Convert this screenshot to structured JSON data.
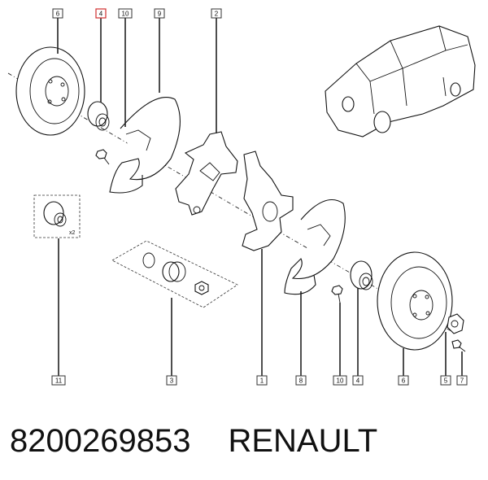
{
  "callouts": {
    "top_6": "6",
    "top_4": "4",
    "top_10": "10",
    "top_9": "9",
    "top_2": "2",
    "bottom_11": "11",
    "bottom_3": "3",
    "bottom_1": "1",
    "bottom_8": "8",
    "bottom_10": "10",
    "bottom_4": "4",
    "bottom_6": "6",
    "bottom_5": "5",
    "bottom_7": "7"
  },
  "quantity_label": "x2",
  "highlight_color": "#d03030",
  "footer": {
    "part_number": "8200269853",
    "brand": "RENAULT"
  }
}
